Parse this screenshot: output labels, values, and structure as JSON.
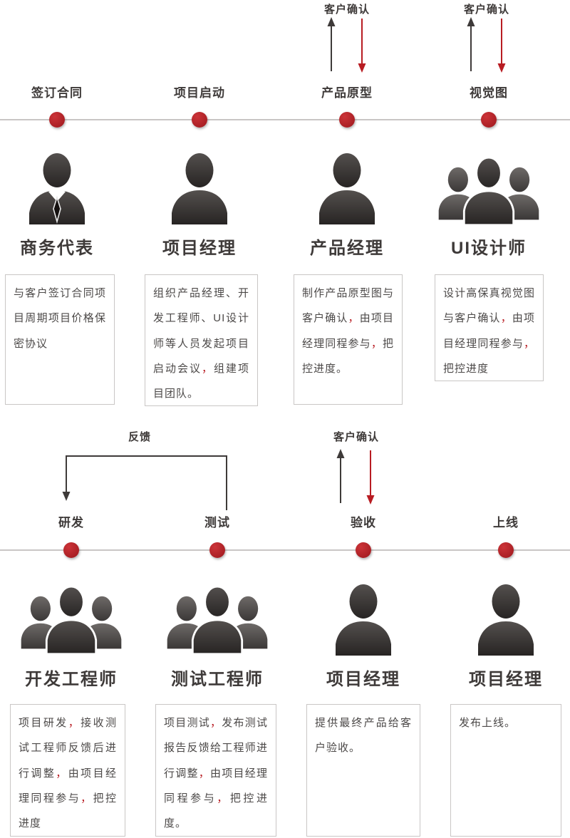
{
  "colors": {
    "accent_red": "#b81c22",
    "dark_gray": "#3e3a39",
    "line_gray": "#c9c6c5"
  },
  "rows": [
    {
      "stages": [
        {
          "stage": "签订合同",
          "role": "商务代表",
          "icon": "person-tie",
          "desc": "与客户签订合同项目周期项目价格保密协议"
        },
        {
          "stage": "项目启动",
          "role": "项目经理",
          "icon": "person",
          "desc": "组织产品经理、开发工程师、UI设计师等人员发起项目启动会议，组建项目团队。"
        },
        {
          "stage": "产品原型",
          "role": "产品经理",
          "icon": "person",
          "desc": "制作产品原型图与客户确认，由项目经理同程参与，把控进度。",
          "annotation": "客户确认"
        },
        {
          "stage": "视觉图",
          "role": "UI设计师",
          "icon": "person-group",
          "desc": "设计高保真视觉图与客户确认，由项目经理同程参与，把控进度",
          "annotation": "客户确认"
        }
      ]
    },
    {
      "feedback_label": "反馈",
      "stages": [
        {
          "stage": "研发",
          "role": "开发工程师",
          "icon": "person-group",
          "desc": "项目研发，接收测试工程师反馈后进行调整，由项目经理同程参与，把控进度"
        },
        {
          "stage": "测试",
          "role": "测试工程师",
          "icon": "person-group",
          "desc": "项目测试，发布测试报告反馈给工程师进行调整，由项目经理同程参与，把控进度。"
        },
        {
          "stage": "验收",
          "role": "项目经理",
          "icon": "person",
          "desc": "提供最终产品给客户验收。",
          "annotation": "客户确认"
        },
        {
          "stage": "上线",
          "role": "项目经理",
          "icon": "person",
          "desc": "发布上线。"
        }
      ]
    }
  ]
}
